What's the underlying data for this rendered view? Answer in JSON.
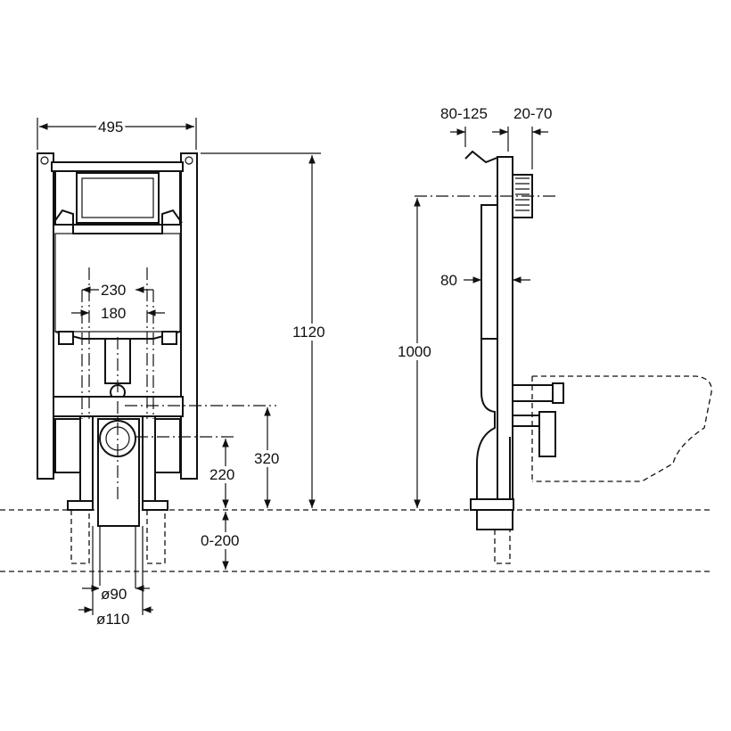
{
  "title": "Wall-hung WC installation frame dimensions",
  "front_view": {
    "width": "495",
    "outlet_spacing_outer": "230",
    "outlet_spacing_inner": "180",
    "frame_height": "1120",
    "flush_pipe_height": "320",
    "drain_height": "220",
    "floor_adjustment": "0-200",
    "drain_diameter_small": "ø90",
    "drain_diameter_large": "ø110"
  },
  "side_view": {
    "depth_range": "80-125",
    "wall_offset_range": "20-70",
    "frame_depth": "80",
    "flush_plate_height": "1000"
  }
}
